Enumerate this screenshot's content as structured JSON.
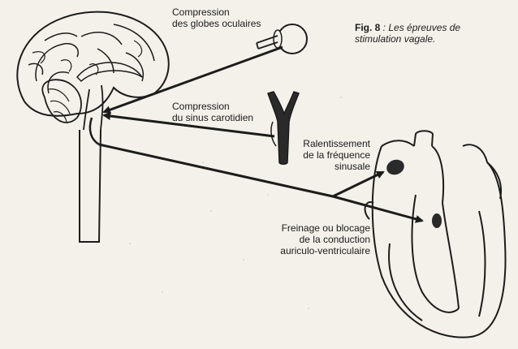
{
  "figure": {
    "number": "Fig. 8",
    "separator": " : ",
    "title_line1": "Les épreuves de",
    "title_line2": "stimulation vagale."
  },
  "labels": {
    "eye": [
      "Compression",
      "des globes oculaires"
    ],
    "carotid": [
      "Compression",
      "du sinus carotidien"
    ],
    "sinus_rate": [
      "Ralentissement",
      "de la fréquence",
      "sinusale"
    ],
    "av_block": [
      "Freinage ou blocage",
      "de la conduction",
      "auriculo-ventriculaire"
    ]
  },
  "colors": {
    "paper": "#f3f1ea",
    "ink": "#1c1c1c",
    "fill_dark": "#2a2a2a"
  },
  "icons": {
    "brain": "brain-sagittal-drawing",
    "eye": "eyeball-drawing",
    "carotid": "carotid-bifurcation-drawing",
    "heart": "heart-section-drawing"
  }
}
